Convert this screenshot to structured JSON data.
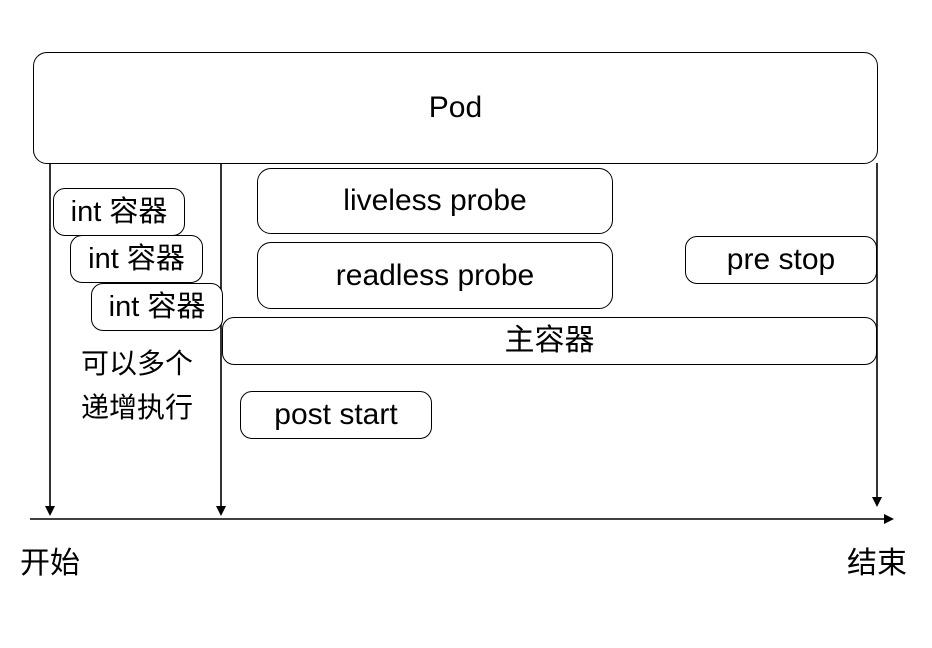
{
  "pod": {
    "label": "Pod"
  },
  "init_containers": [
    {
      "label": "int 容器"
    },
    {
      "label": "int 容器"
    },
    {
      "label": "int 容器"
    }
  ],
  "init_note": [
    "可以多个",
    "递增执行"
  ],
  "probes": {
    "liveness": "liveless probe",
    "readiness": "readless probe"
  },
  "pre_stop": {
    "label": "pre stop"
  },
  "main_container": {
    "label": "主容器"
  },
  "post_start": {
    "label": "post start"
  },
  "timeline": {
    "start_label": "开始",
    "end_label": "结束"
  }
}
